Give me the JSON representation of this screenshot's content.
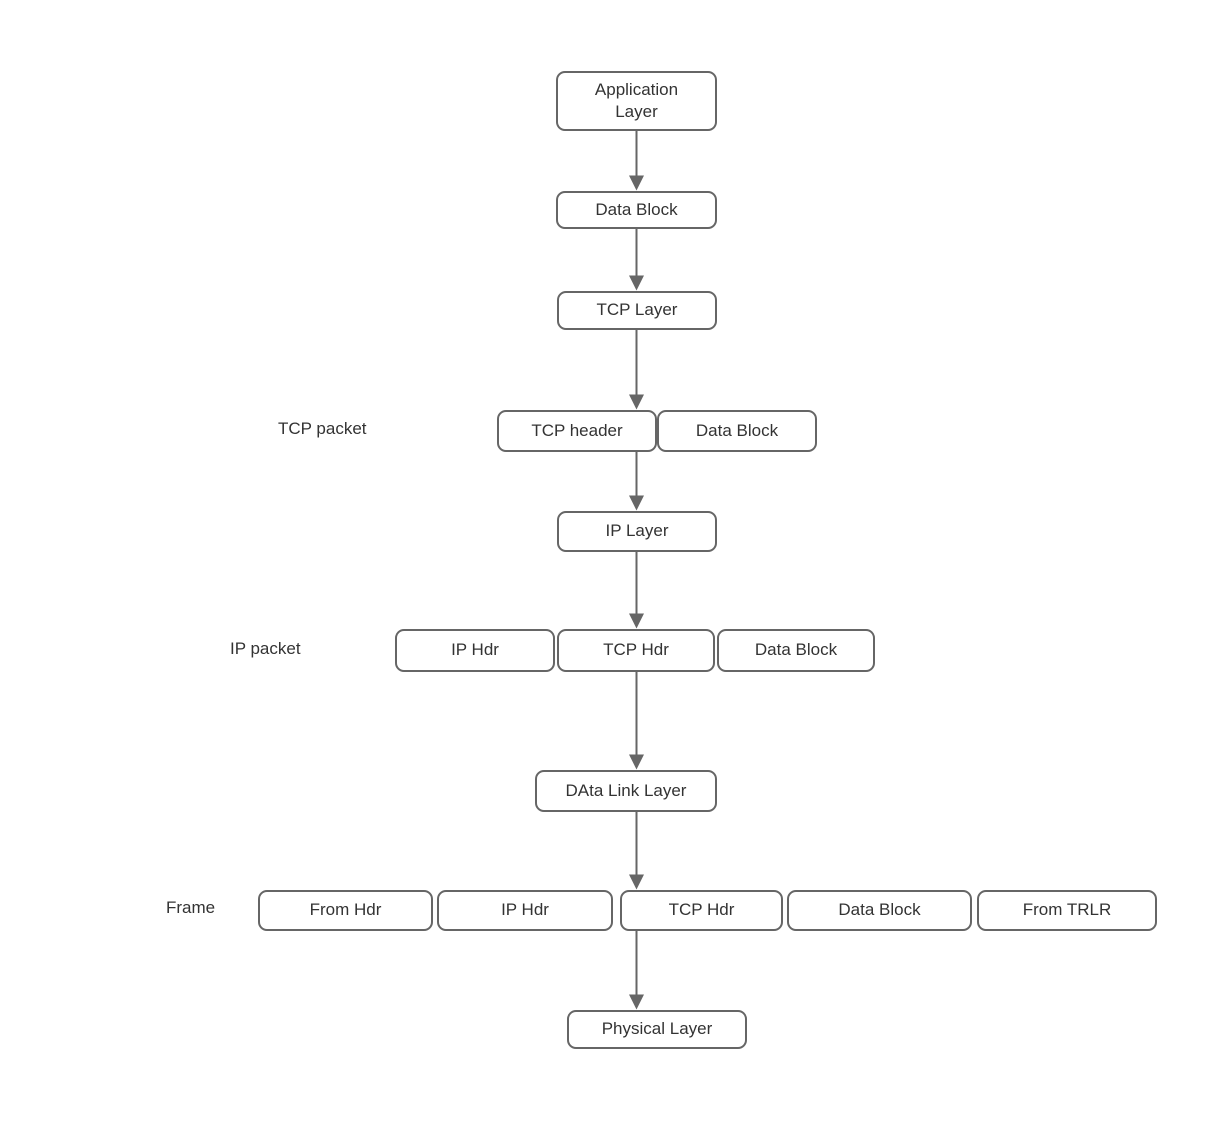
{
  "diagram": {
    "nodes": {
      "application_layer": "Application\nLayer",
      "data_block_1": "Data Block",
      "tcp_layer": "TCP Layer",
      "tcp_header": "TCP header",
      "data_block_2": "Data Block",
      "ip_layer": "IP Layer",
      "ip_hdr": "IP Hdr",
      "tcp_hdr": "TCP Hdr",
      "data_block_3": "Data Block",
      "data_link_layer": "DAta Link Layer",
      "frame_from_hdr": "From Hdr",
      "frame_ip_hdr": "IP Hdr",
      "frame_tcp_hdr": "TCP Hdr",
      "frame_data_block": "Data Block",
      "frame_from_trlr": "From TRLR",
      "physical_layer": "Physical Layer"
    },
    "row_labels": {
      "tcp_packet": "TCP packet",
      "ip_packet": "IP packet",
      "frame": "Frame"
    },
    "colors": {
      "border": "#666666",
      "text": "#333333",
      "connector": "#666666",
      "background": "#ffffff"
    }
  }
}
